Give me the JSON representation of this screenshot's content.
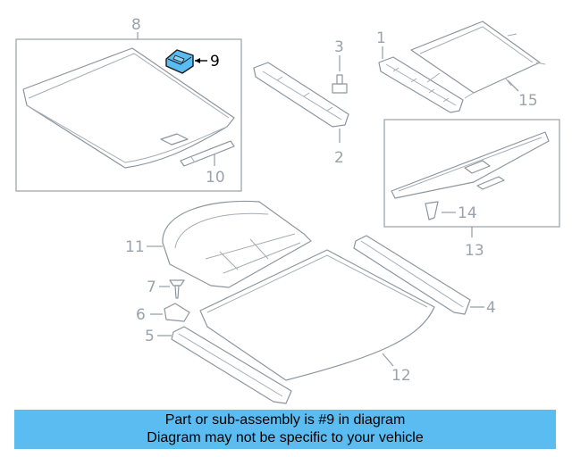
{
  "diagram": {
    "callouts": {
      "c1": "1",
      "c2": "2",
      "c3": "3",
      "c4": "4",
      "c5": "5",
      "c6": "6",
      "c7": "7",
      "c8": "8",
      "c9": "9",
      "c10": "10",
      "c11": "11",
      "c12": "12",
      "c13": "13",
      "c14": "14",
      "c15": "15"
    },
    "highlight_part": "9",
    "colors": {
      "highlight_fill": "#5bbcf2",
      "line": "#9aa3ab",
      "banner": "#5bbcf2"
    }
  },
  "footer": {
    "line1": "Part or sub-assembly is #9 in diagram",
    "line2": "Diagram may not be specific to your vehicle"
  }
}
